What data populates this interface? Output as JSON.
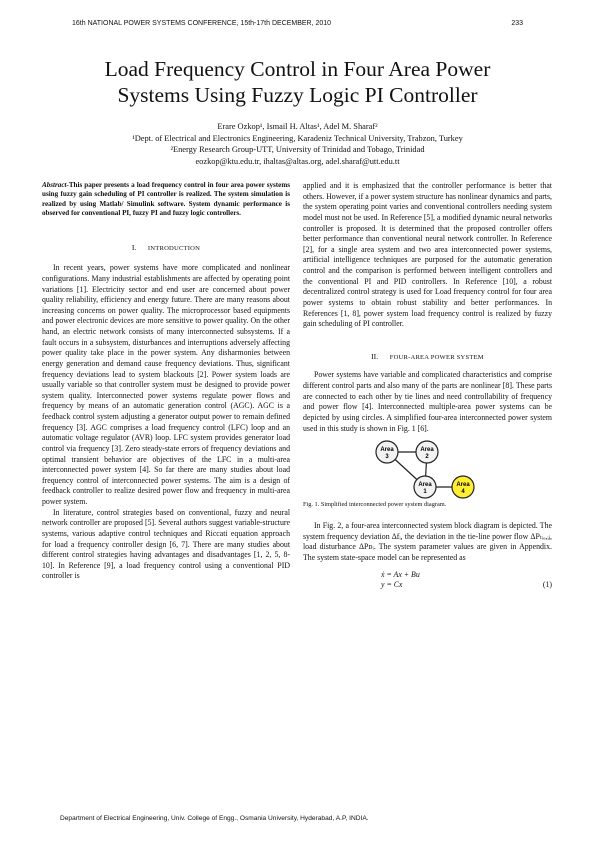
{
  "header": {
    "conference": "16th NATIONAL POWER SYSTEMS CONFERENCE, 15th-17th DECEMBER, 2010",
    "page_number": "233"
  },
  "title": {
    "line1": "Load Frequency Control in Four Area Power",
    "line2": "Systems Using Fuzzy Logic PI Controller"
  },
  "authors": {
    "names": "Erare Ozkop¹, Ismail H. Altas¹, Adel M. Sharaf²",
    "affil1": "¹Dept. of Electrical and Electronics Engineering, Karadeniz Technical University, Trabzon, Turkey",
    "affil2": "²Energy Research Group-UTT, University of Trinidad and Tobago, Trinidad",
    "emails": "eozkop@ktu.edu.tr, ihaltas@altas.org, adel.sharaf@utt.edu.tt"
  },
  "abstract": {
    "label": "Abstract-",
    "text": "This paper presents a load frequency control in four area power systems using fuzzy gain scheduling of PI controller is realized. The system simulation is realized by using Matlab/ Simulink software. System dynamic performance is observed for conventional PI, fuzzy PI and fuzzy logic controllers."
  },
  "section1": {
    "numeral": "I.",
    "title": "Introduction",
    "p1": "In recent years, power systems have more complicated and nonlinear configurations. Many industrial establishments are affected by operating point variations [1]. Electricity sector and end user are concerned about power quality reliability, efficiency and energy future. There are many reasons about increasing concerns on power quality. The microprocessor based equipments and power electronic devices are more sensitive to power quality. On the other hand, an electric network consists of many interconnected subsystems. If a fault occurs in a subsystem, disturbances and interruptions adversely affecting power quality take place in the power system. Any disharmonies between energy generation and demand cause frequency deviations. Thus, significant frequency deviations lead to system blackouts [2]. Power system loads are usually variable so that controller system must be designed to provide power system quality. Interconnected power systems regulate power flows and frequency by means of an automatic generation control (AGC). AGC is a feedback control system adjusting a generator output power to remain defined frequency [3]. AGC comprises a load frequency control (LFC) loop and an automatic voltage regulator (AVR) loop. LFC system provides generator load control via frequency [3]. Zero steady-state errors of frequency deviations and optimal transient behavior are objectives of the LFC in a multi-area interconnected power system [4]. So far there are many studies about load frequency control of interconnected power systems. The aim is a design of feedback controller to realize desired power flow and frequency in multi-area power system.",
    "p2": "In literature, control strategies based on conventional, fuzzy and neural network controller are proposed [5]. Several authors suggest variable-structure systems, various adaptive control techniques and Riccati equation approach for load a frequency controller design [6, 7]. There are many studies about different control strategies having advantages and disadvantages [1, 2, 5, 8-10]. In Reference [9], a load frequency control using a conventional PID controller is"
  },
  "right_p1": "applied and it is emphasized that the controller performance is better that others. However, if a power system structure has nonlinear dynamics and parts, the system operating point varies and conventional controllers needing system model must not be used. In Reference [5], a modified dynamic neural networks controller is proposed. It is determined that the proposed controller offers better performance than conventional neural network controller. In Reference [2], for a single area system and two area interconnected power systems, artificial intelligence techniques are purposed for the automatic generation control and the comparison is performed between intelligent controllers and the conventional PI and PID controllers. In Reference [10], a robust decentralized control strategy is used for Load frequency control for four area power systems to obtain robust stability and better performances. In References [1, 8], power system load frequency control is realized by fuzzy gain scheduling of PI controller.",
  "section2": {
    "numeral": "II.",
    "title": "Four-area Power System",
    "p1": "Power systems have variable and complicated characteristics and comprise different control parts and also many of the parts are nonlinear [8]. These parts are connected to each other by tie lines and need controllability of frequency and power flow [4]. Interconnected multiple-area power systems can be depicted by using circles. A simplified four-area interconnected power system used in this study is shown in Fig. 1 [6].",
    "figure_caption": "Fig. 1.  Simplified interconnected power system diagram.",
    "areas": [
      {
        "label": "Area",
        "num": "1",
        "color": "#f2f2f2"
      },
      {
        "label": "Area",
        "num": "2",
        "color": "#f2f2f2"
      },
      {
        "label": "Area",
        "num": "3",
        "color": "#f2f2f2"
      },
      {
        "label": "Area",
        "num": "4",
        "color": "#ffee33"
      }
    ],
    "p2": "In Fig. 2, a four-area interconnected system block diagram is depicted. The system frequency deviation Δfᵢ, the deviation in the tie-line power flow ΔPₜᵢₑ,ᵢⱼ, load disturbance ΔPᴅᵢ. The system parameter values are given in Appendix. The system state-space model can be represented as",
    "eq_line1": "ẋ = Ax + Bu",
    "eq_line2": "y = Cx",
    "eq_number": "(1)"
  },
  "footer": "Department of Electrical Engineering, Univ. College of Engg., Osmania University, Hyderabad, A.P, INDIA."
}
